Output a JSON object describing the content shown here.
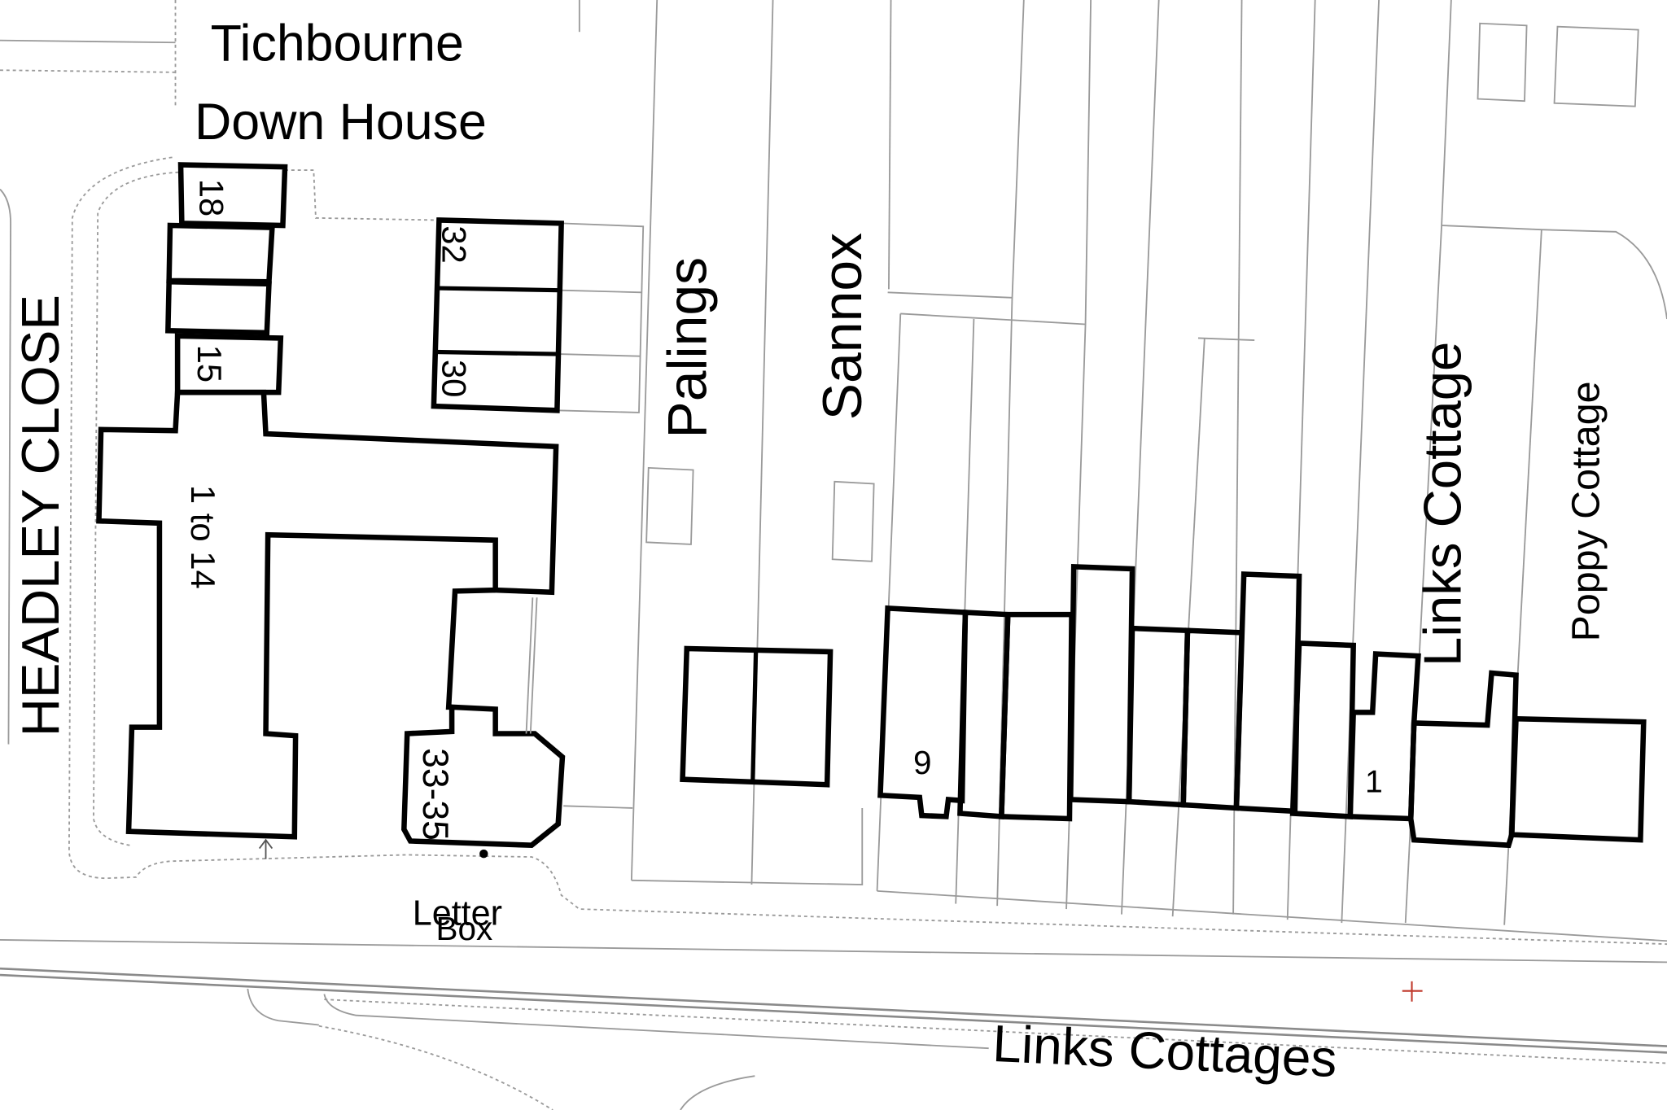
{
  "map": {
    "labels": {
      "tichbourne": "Tichbourne",
      "down_house": "Down House",
      "headley_close": "HEADLEY CLOSE",
      "unit_18": "18",
      "unit_15": "15",
      "unit_32": "32",
      "unit_30": "30",
      "units_1_to_14": "1 to 14",
      "units_33_35": "33-35",
      "letter": "Letter",
      "box": "Box",
      "palings": "Palings",
      "sannox": "Sannox",
      "unit_9": "9",
      "unit_1": "1",
      "links_cottage": "Links Cottage",
      "poppy_cottage": "Poppy Cottage",
      "links_cottages": "Links Cottages"
    },
    "icons": {
      "letter_box": "letter-box-icon",
      "survey_marker": "cross-marker-icon",
      "direction_arrow": "arrow-up-icon"
    },
    "colors": {
      "building": "#000000",
      "boundary": "#9a9a9a",
      "road": "#8a8a8a",
      "marker": "#c0392b",
      "text": "#000000",
      "background": "#ffffff"
    }
  }
}
